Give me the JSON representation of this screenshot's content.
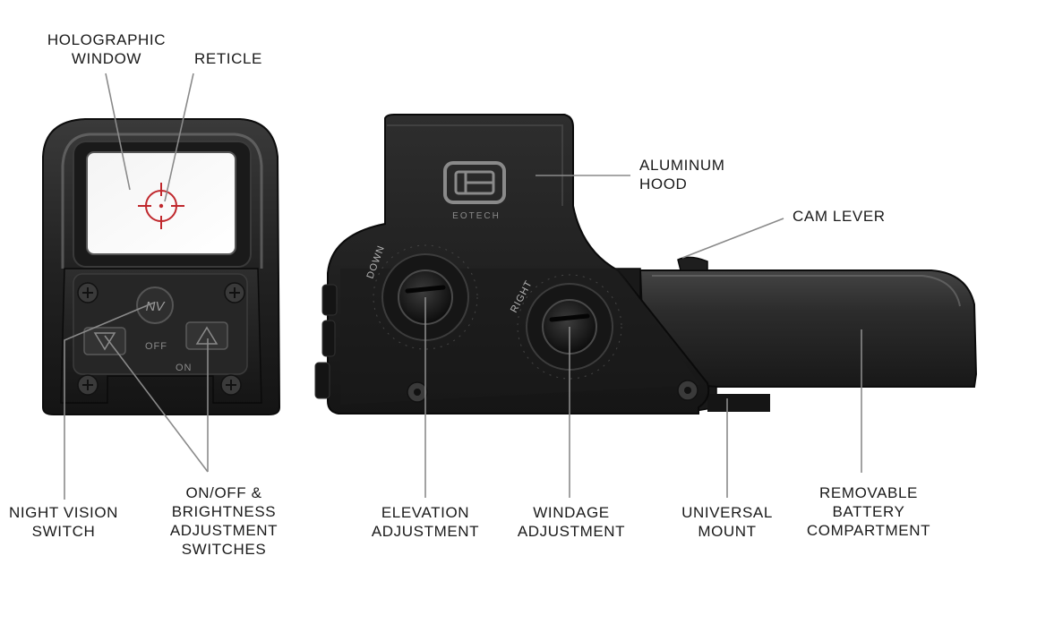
{
  "labels": {
    "holographic_window": [
      "HOLOGRAPHIC",
      "WINDOW"
    ],
    "reticle": [
      "RETICLE"
    ],
    "aluminum_hood": [
      "ALUMINUM",
      "HOOD"
    ],
    "cam_lever": [
      "CAM LEVER"
    ],
    "night_vision_switch": [
      "NIGHT VISION",
      "SWITCH"
    ],
    "onoff_brightness": [
      "ON/OFF &",
      "BRIGHTNESS",
      "ADJUSTMENT",
      "SWITCHES"
    ],
    "elevation_adjustment": [
      "ELEVATION",
      "ADJUSTMENT"
    ],
    "windage_adjustment": [
      "WINDAGE",
      "ADJUSTMENT"
    ],
    "universal_mount": [
      "UNIVERSAL",
      "MOUNT"
    ],
    "removable_battery": [
      "REMOVABLE",
      "BATTERY",
      "COMPARTMENT"
    ]
  },
  "device_markings": {
    "brand": "EOTECH",
    "nv_button": "NV",
    "off_marking": "OFF",
    "on_marking": "ON",
    "elevation_dial": "DOWN",
    "windage_dial": "RIGHT"
  },
  "colors": {
    "reticle": "#c0282d",
    "leader_line": "#8a8a8a",
    "body": "#1c1c1c"
  }
}
